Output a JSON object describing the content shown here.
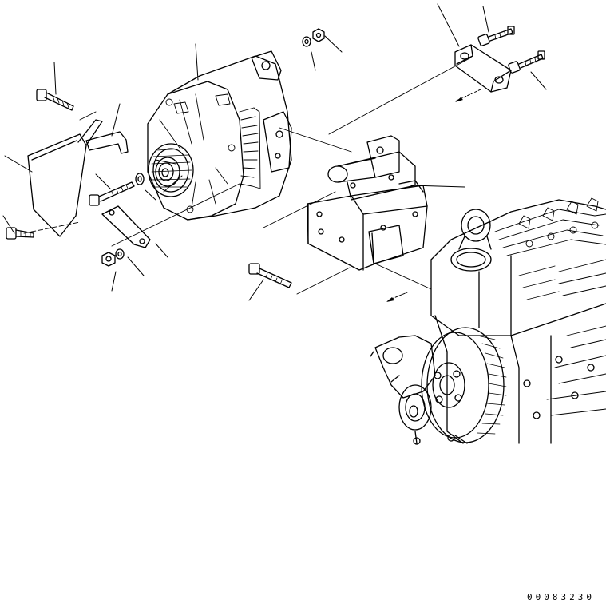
{
  "figure": {
    "reference_number": "00083230",
    "line_color": "#000000",
    "background_color": "#ffffff"
  },
  "parts": [
    {
      "name": "alternator",
      "icon": "alternator-icon"
    },
    {
      "name": "alternator-pulley",
      "icon": "pulley-icon"
    },
    {
      "name": "alternator-cover",
      "icon": "cover-plate-icon"
    },
    {
      "name": "mounting-bracket",
      "icon": "bracket-icon"
    },
    {
      "name": "adjusting-link",
      "icon": "link-plate-icon"
    },
    {
      "name": "upper-stay",
      "icon": "stay-icon"
    },
    {
      "name": "engine-block",
      "icon": "engine-icon"
    },
    {
      "name": "water-pump-pulley",
      "icon": "pulley-icon"
    },
    {
      "name": "bolts",
      "icon": "bolt-icon"
    },
    {
      "name": "nuts-and-washers",
      "icon": "nut-icon"
    }
  ]
}
